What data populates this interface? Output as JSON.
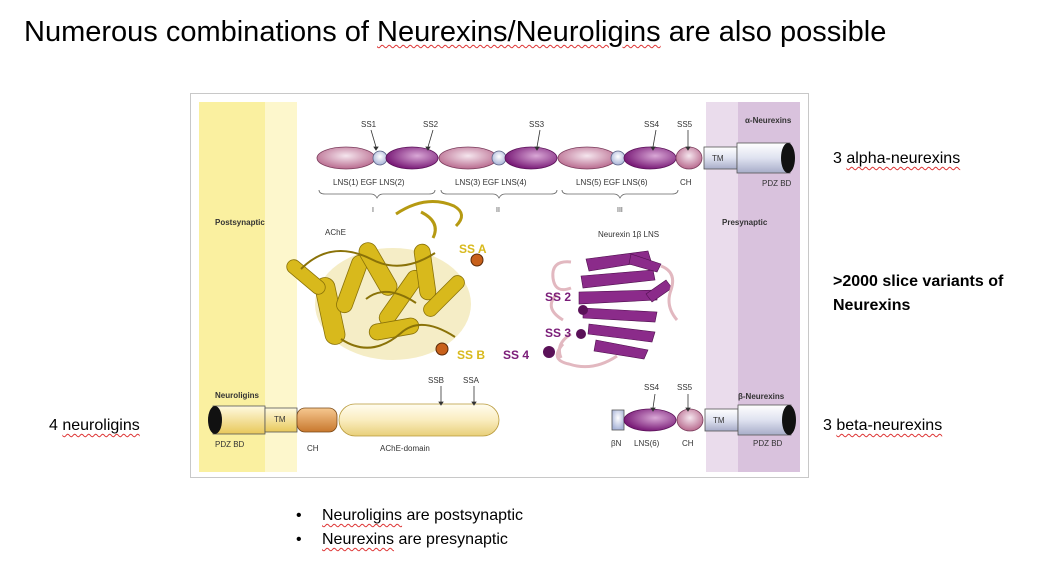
{
  "title": {
    "part1": "Numerous combinations of ",
    "part2": "Neurexins/Neuroligins",
    "part3": " are also possible"
  },
  "figure": {
    "postsynaptic": "Postsynaptic",
    "presynaptic": "Presynaptic",
    "alpha_label": "α-Neurexins",
    "beta_label": "β-Neurexins",
    "neuroligins_label": "Neuroligins",
    "ss": {
      "ss1": "SS1",
      "ss2": "SS2",
      "ss3": "SS3",
      "ss4": "SS4",
      "ss5": "SS5",
      "ssb": "SSB",
      "ssa": "SSA"
    },
    "domains": {
      "lns1": "LNS(1) EGF LNS(2)",
      "lns3": "LNS(3) EGF LNS(4)",
      "lns5": "LNS(5) EGF LNS(6)",
      "ch": "CH",
      "tm": "TM",
      "pdz": "PDZ BD",
      "bn": "βN",
      "lns6": "LNS(6)",
      "ache_domain": "AChE-domain"
    },
    "roman": {
      "r1": "I",
      "r2": "II",
      "r3": "III"
    },
    "ache": "AChE",
    "neurexin_lns": "Neurexin 1β LNS",
    "struct_ss": {
      "ssA": "SS A",
      "ssB": "SS B",
      "ss2": "SS 2",
      "ss3": "SS 3",
      "ss4": "SS 4"
    }
  },
  "side": {
    "alpha": {
      "pre": "3 ",
      "main": "alpha-neurexins"
    },
    "variants": ">2000 slice variants of Neurexins",
    "beta": {
      "pre": "3 ",
      "main": "beta-neurexins"
    },
    "neuroligins": {
      "pre": "4 ",
      "main": "neuroligins"
    }
  },
  "bullets": [
    {
      "first": "Neuroligins",
      "rest": " are postsynaptic"
    },
    {
      "first": "Neurexins",
      "rest": " are presynaptic"
    }
  ],
  "colors": {
    "postsynaptic": "#faf0a0",
    "presynaptic": "#d9c2dd",
    "neurexin_pink": "#d9a6bc",
    "neurexin_purple": "#8a2a86",
    "neuroligin_yellow": "#f6dc78",
    "ache_structure": "#d8b91c",
    "nrx_structure": "#8b2b8a"
  }
}
